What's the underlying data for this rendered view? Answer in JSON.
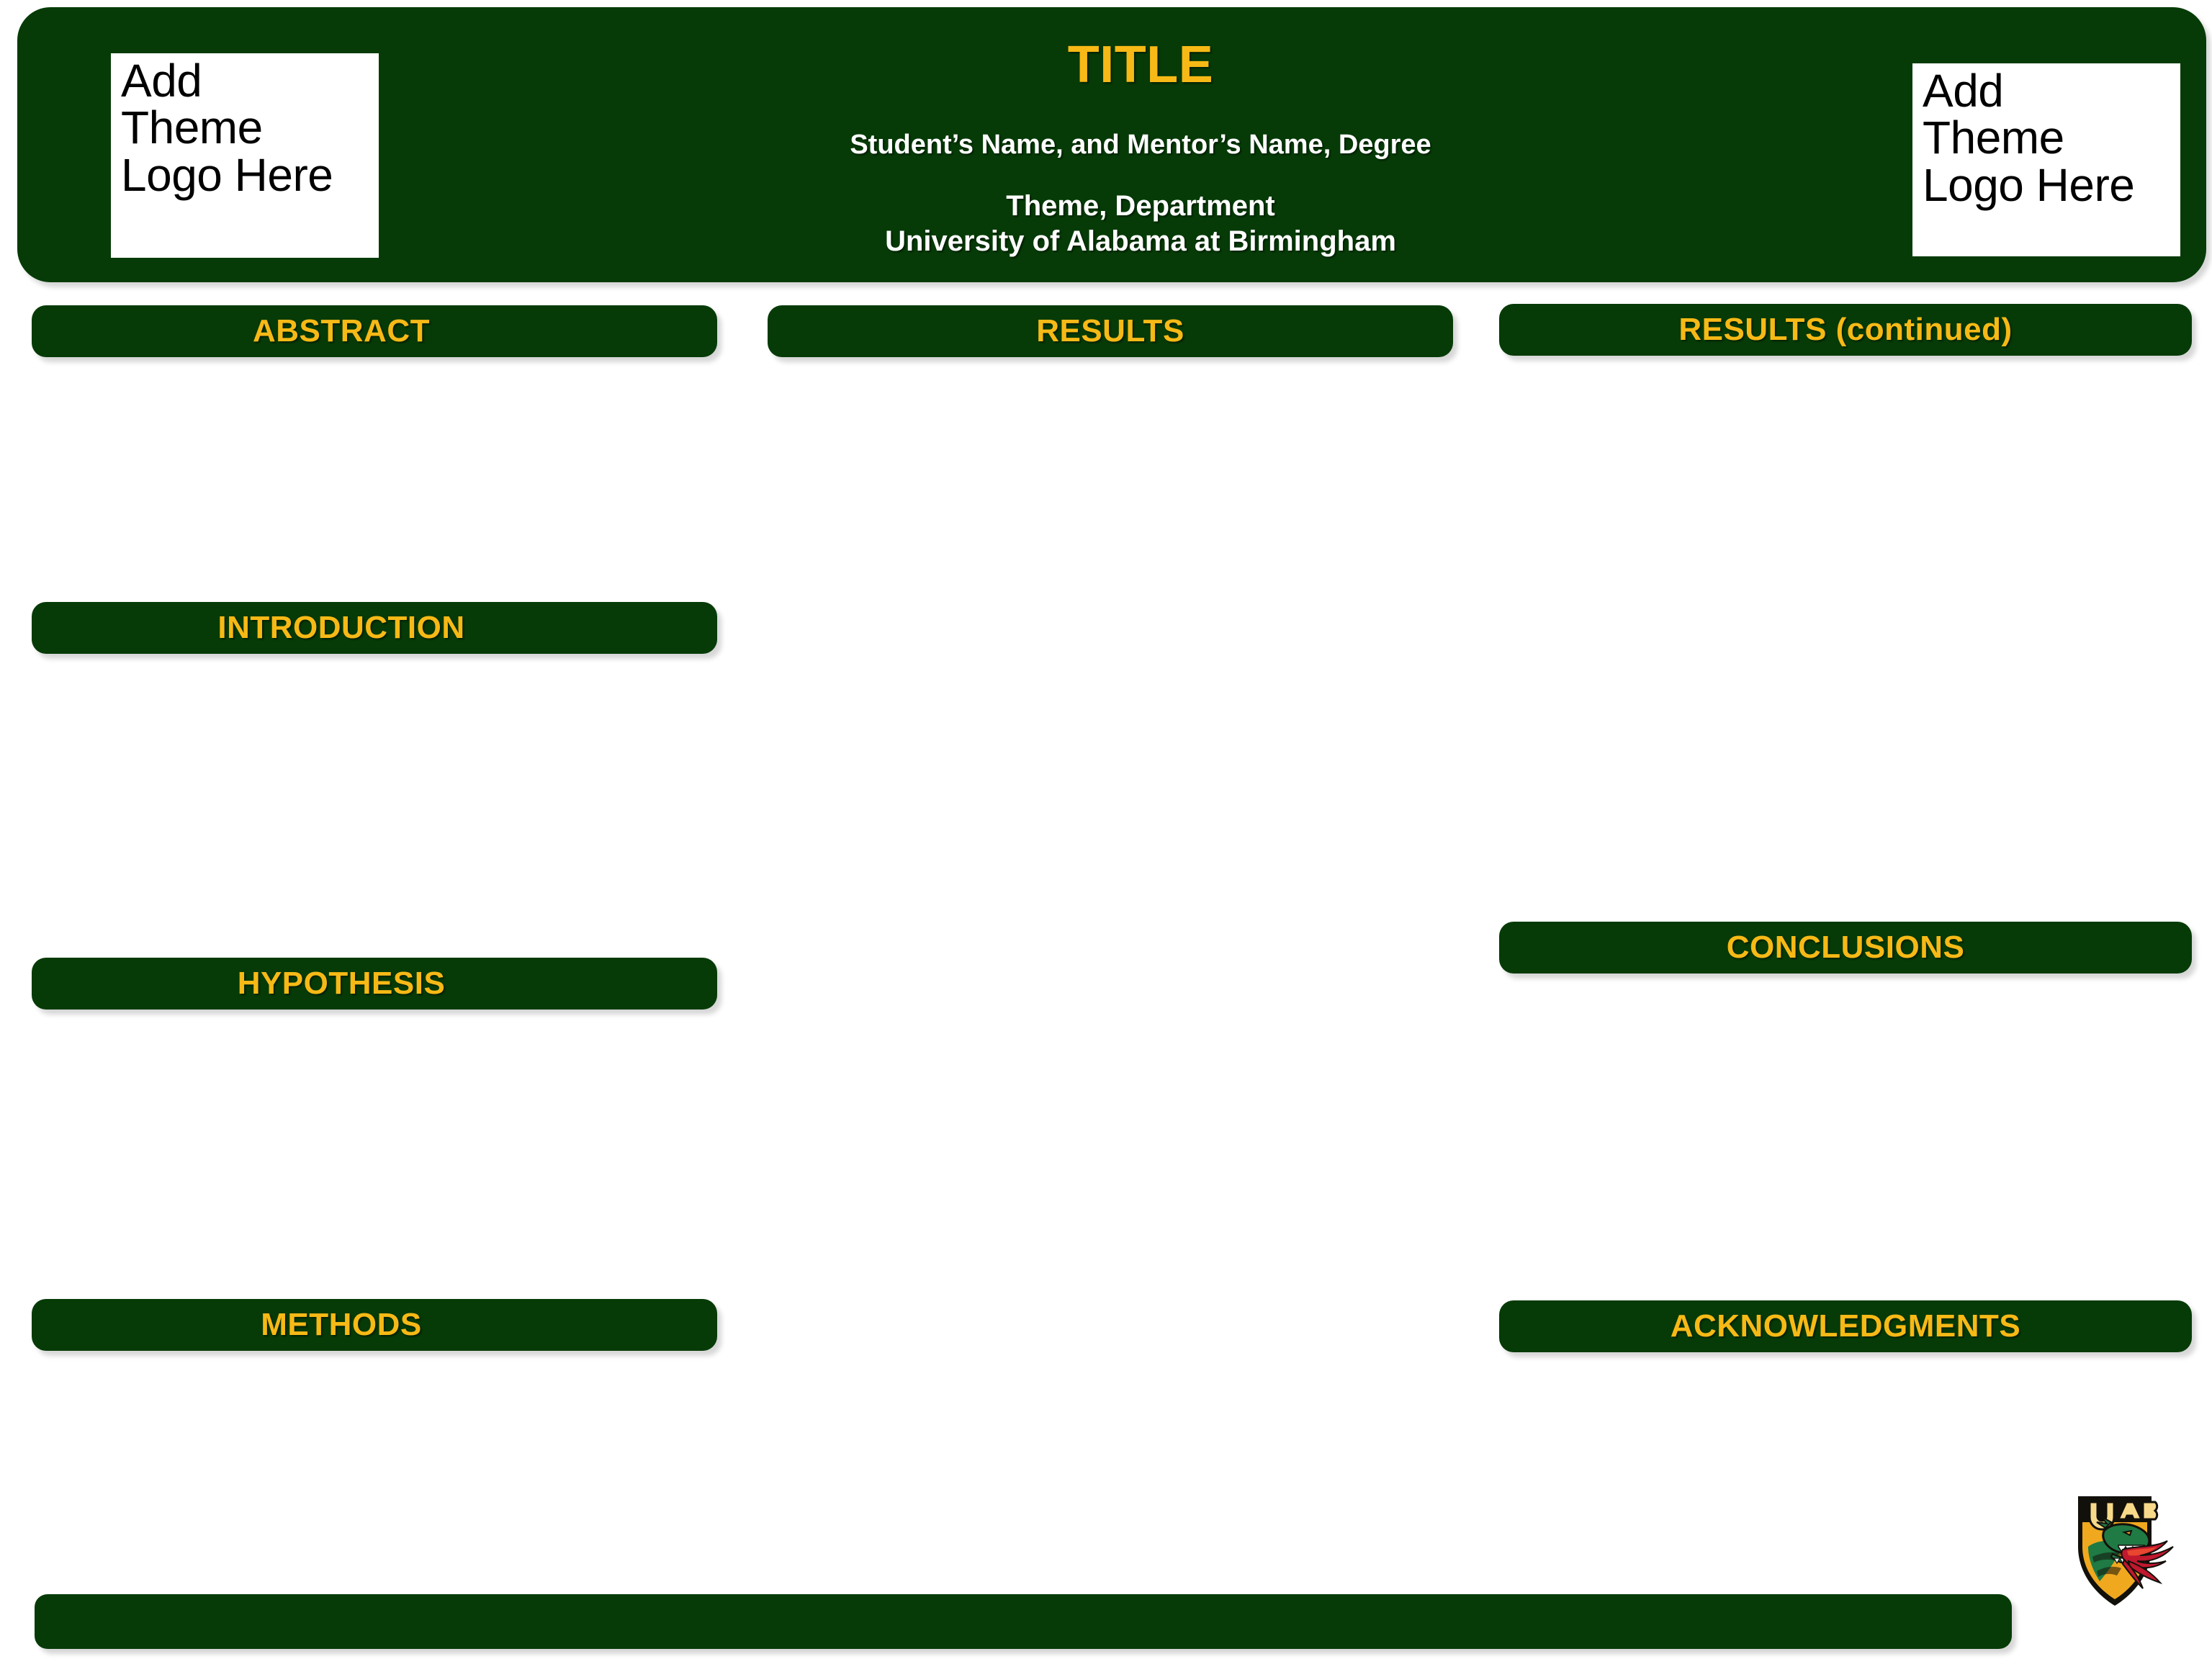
{
  "poster": {
    "header": {
      "title": "TITLE",
      "author_line": "Student’s Name, and Mentor’s Name, Degree",
      "affiliation_line_1": "Theme, Department",
      "affiliation_line_2": "University of Alabama at Birmingham",
      "logo_placeholder_left": "Add\nTheme\nLogo Here",
      "logo_placeholder_right": "Add\nTheme\nLogo Here"
    },
    "sections": [
      {
        "label": "ABSTRACT",
        "column": "left",
        "name": "abstract"
      },
      {
        "label": "INTRODUCTION",
        "column": "left",
        "name": "introduction"
      },
      {
        "label": "HYPOTHESIS",
        "column": "left",
        "name": "hypothesis"
      },
      {
        "label": "METHODS",
        "column": "left",
        "name": "methods"
      },
      {
        "label": "RESULTS",
        "column": "center",
        "name": "results"
      },
      {
        "label": "RESULTS (continued)",
        "column": "right",
        "name": "results-continued"
      },
      {
        "label": "CONCLUSIONS",
        "column": "right",
        "name": "conclusions"
      },
      {
        "label": "ACKNOWLEDGMENTS",
        "column": "right",
        "name": "acknowledgments"
      }
    ],
    "footer": {
      "label": ""
    },
    "logo": {
      "wordmark": "UAB",
      "name": "uab-blazers-dragon-logo"
    },
    "colors": {
      "panel_green": "#063B07",
      "accent_gold": "#F7B916",
      "text_white": "#FFFFFF",
      "background": "#FFFFFF",
      "dragon_green": "#1F7A44",
      "dragon_red": "#C0182E",
      "shield_gold": "#F0A81E",
      "shield_black": "#12100B"
    }
  }
}
